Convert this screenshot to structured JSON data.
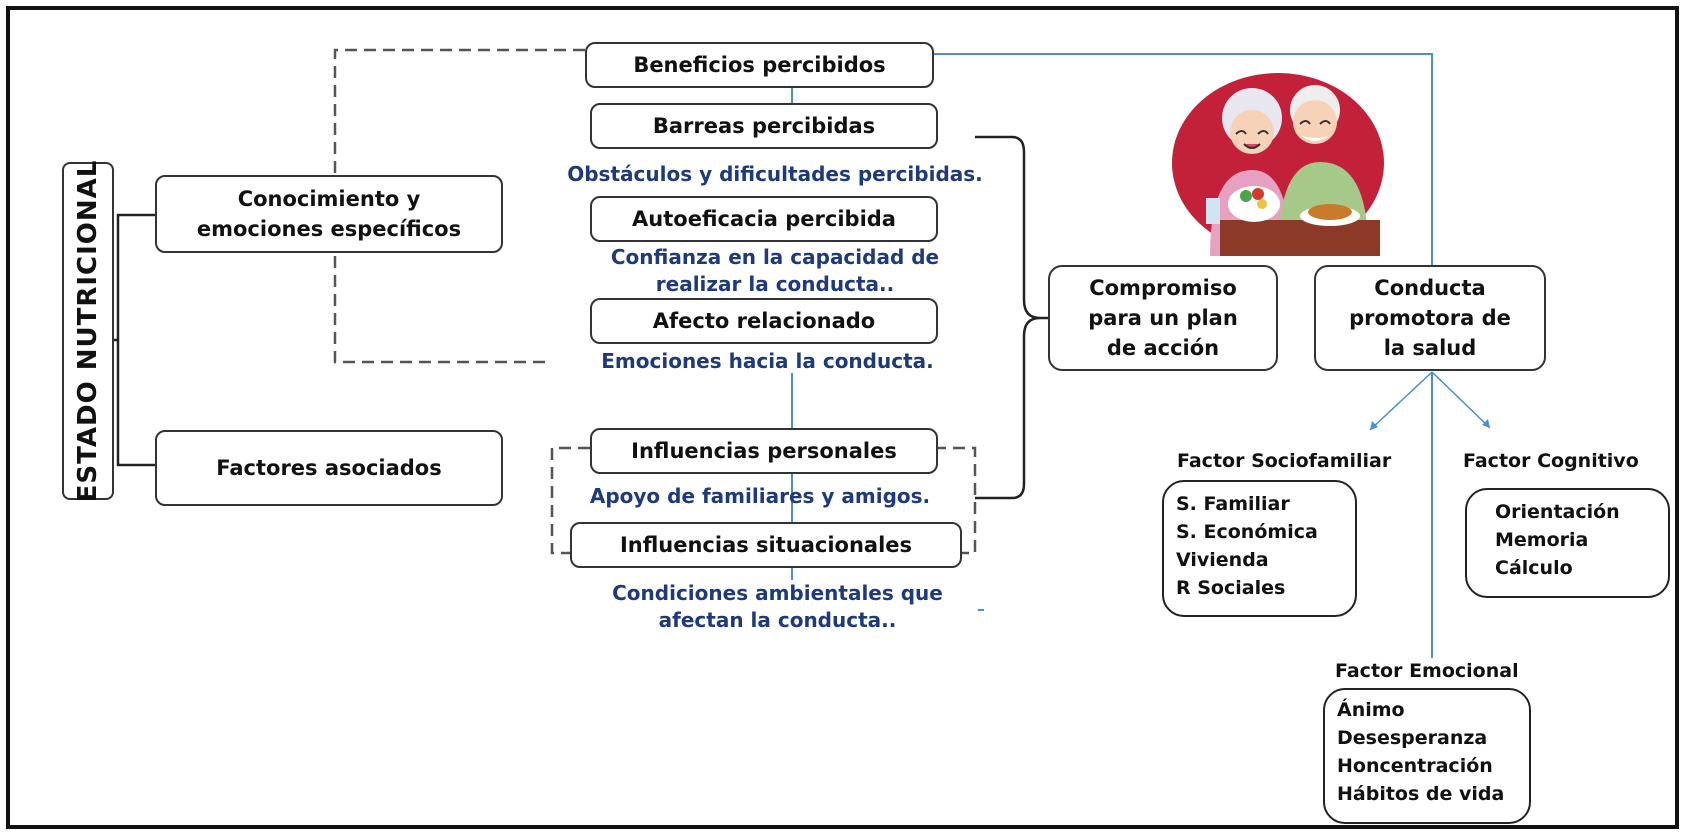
{
  "vertical_title": "ESTADO NUTRICIONAL",
  "left_nodes": {
    "conocimiento": [
      "Conocimiento y",
      "emociones específicos"
    ],
    "factores": "Factores asociados"
  },
  "center_nodes": {
    "beneficios": "Beneficios percibidos",
    "barreras": "Barreas percibidas",
    "barreras_desc": "Obstáculos y dificultades percibidas.",
    "autoeficacia": "Autoeficacia percibida",
    "autoeficacia_desc": [
      "Confianza en la capacidad de",
      "realizar la conducta.."
    ],
    "afecto": "Afecto relacionado",
    "afecto_desc": "Emociones hacia la conducta.",
    "personales": "Influencias personales",
    "personales_desc": "Apoyo de familiares y amigos.",
    "situacionales": "Influencias situacionales",
    "situacionales_desc": [
      "Condiciones ambientales que",
      "afectan la conducta.."
    ]
  },
  "right_nodes": {
    "compromiso": [
      "Compromiso",
      "para un plan",
      "de acción"
    ],
    "conducta": [
      "Conducta",
      "promotora de",
      "la salud"
    ]
  },
  "factors": {
    "sociofamiliar": {
      "title": "Factor Sociofamiliar",
      "items": [
        "S. Familiar",
        "S. Económica",
        "Vivienda",
        "R Sociales"
      ]
    },
    "cognitivo": {
      "title": "Factor Cognitivo",
      "items": [
        "Orientación",
        "Memoria",
        "Cálculo"
      ]
    },
    "emocional": {
      "title": "Factor Emocional",
      "items": [
        "Ánimo",
        "Desesperanza",
        "Honcentración",
        "Hábitos de vida"
      ]
    }
  },
  "colors": {
    "connector_blue": "#4a8fd6",
    "desc_blue": "#1f3a7a",
    "illustration_bg": "#c3203a"
  },
  "icons": {
    "illustration": "elderly-couple-eating-illustration"
  }
}
